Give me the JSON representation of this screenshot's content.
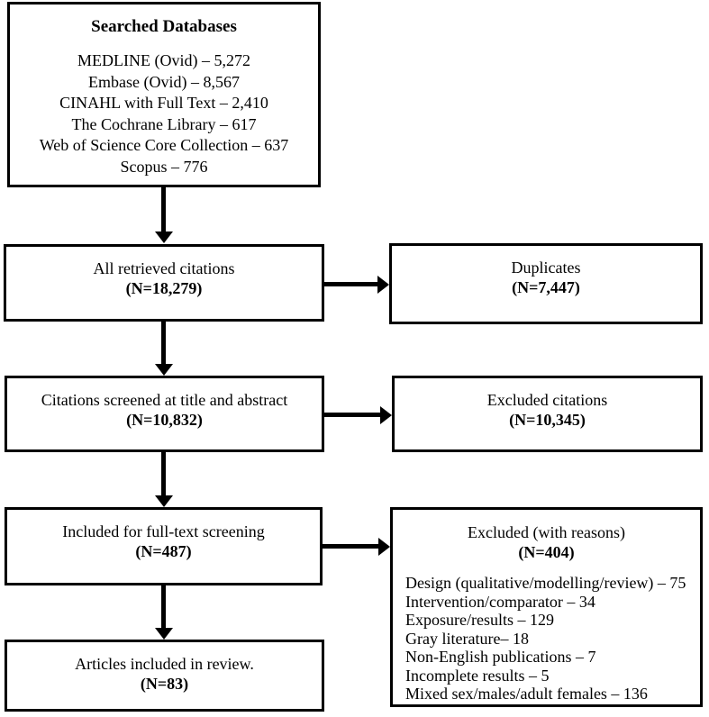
{
  "colors": {
    "line": "#000000",
    "background": "#ffffff",
    "text": "#000000"
  },
  "boxes": {
    "searched": {
      "title": "Searched Databases",
      "items": [
        "MEDLINE (Ovid) – 5,272",
        "Embase (Ovid) – 8,567",
        "CINAHL with Full Text – 2,410",
        "The Cochrane Library – 617",
        "Web of Science Core Collection – 637",
        "Scopus – 776"
      ]
    },
    "retrieved": {
      "label": "All retrieved citations",
      "n": "(N=18,279)"
    },
    "duplicates": {
      "label": "Duplicates",
      "n": "(N=7,447)"
    },
    "screened": {
      "label": "Citations screened at title and abstract",
      "n": "(N=10,832)"
    },
    "excluded_citations": {
      "label": "Excluded citations",
      "n": "(N=10,345)"
    },
    "fulltext": {
      "label": "Included for full-text screening",
      "n": "(N=487)"
    },
    "excluded_reasons": {
      "label": "Excluded (with reasons)",
      "n": "(N=404)",
      "reasons": [
        "Design (qualitative/modelling/review) – 75",
        "Intervention/comparator – 34",
        "Exposure/results – 129",
        "Gray literature– 18",
        "Non-English publications – 7",
        "Incomplete results – 5",
        "Mixed sex/males/adult females – 136"
      ]
    },
    "included": {
      "label": "Articles included in review.",
      "n": "(N=83)"
    }
  }
}
